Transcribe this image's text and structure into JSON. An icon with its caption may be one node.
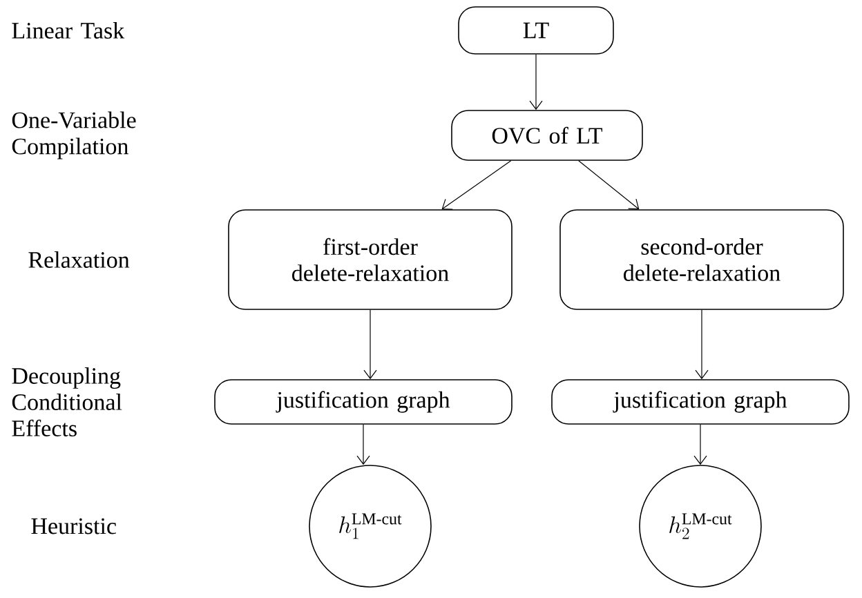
{
  "diagram": {
    "nodes": [
      {
        "text": [
          "LT"
        ]
      },
      {
        "text": [
          "OVC of LT"
        ]
      },
      {
        "text": [
          "first-order delete-relaxation"
        ]
      },
      {
        "text": [
          "second-order delete-relaxation"
        ]
      },
      {
        "text": [
          "justification graph"
        ]
      },
      {
        "text": [
          "justification graph"
        ]
      },
      {
        "text": [
          "h_1^{\\text{LM-cut}}"
        ]
      },
      {
        "text": [
          "h_2^{\\text{LM-cut}}"
        ]
      }
    ],
    "edges": [
      {
        "from": 0,
        "to": 1,
        "arrow": "to"
      },
      {
        "from": 1,
        "to": 2,
        "arrow": "to"
      },
      {
        "from": 1,
        "to": 3,
        "arrow": "to"
      },
      {
        "from": 2,
        "to": 4,
        "arrow": "to"
      },
      {
        "from": 3,
        "to": 5,
        "arrow": "to"
      },
      {
        "from": 4,
        "to": 6,
        "arrow": "to"
      },
      {
        "from": 5,
        "to": 7,
        "arrow": "to"
      }
    ],
    "labels": [
      "Linear Task",
      "One-Variable Compilation",
      "Relaxation",
      "Decoupling Conditional Effects",
      "Heuristic"
    ]
  }
}
